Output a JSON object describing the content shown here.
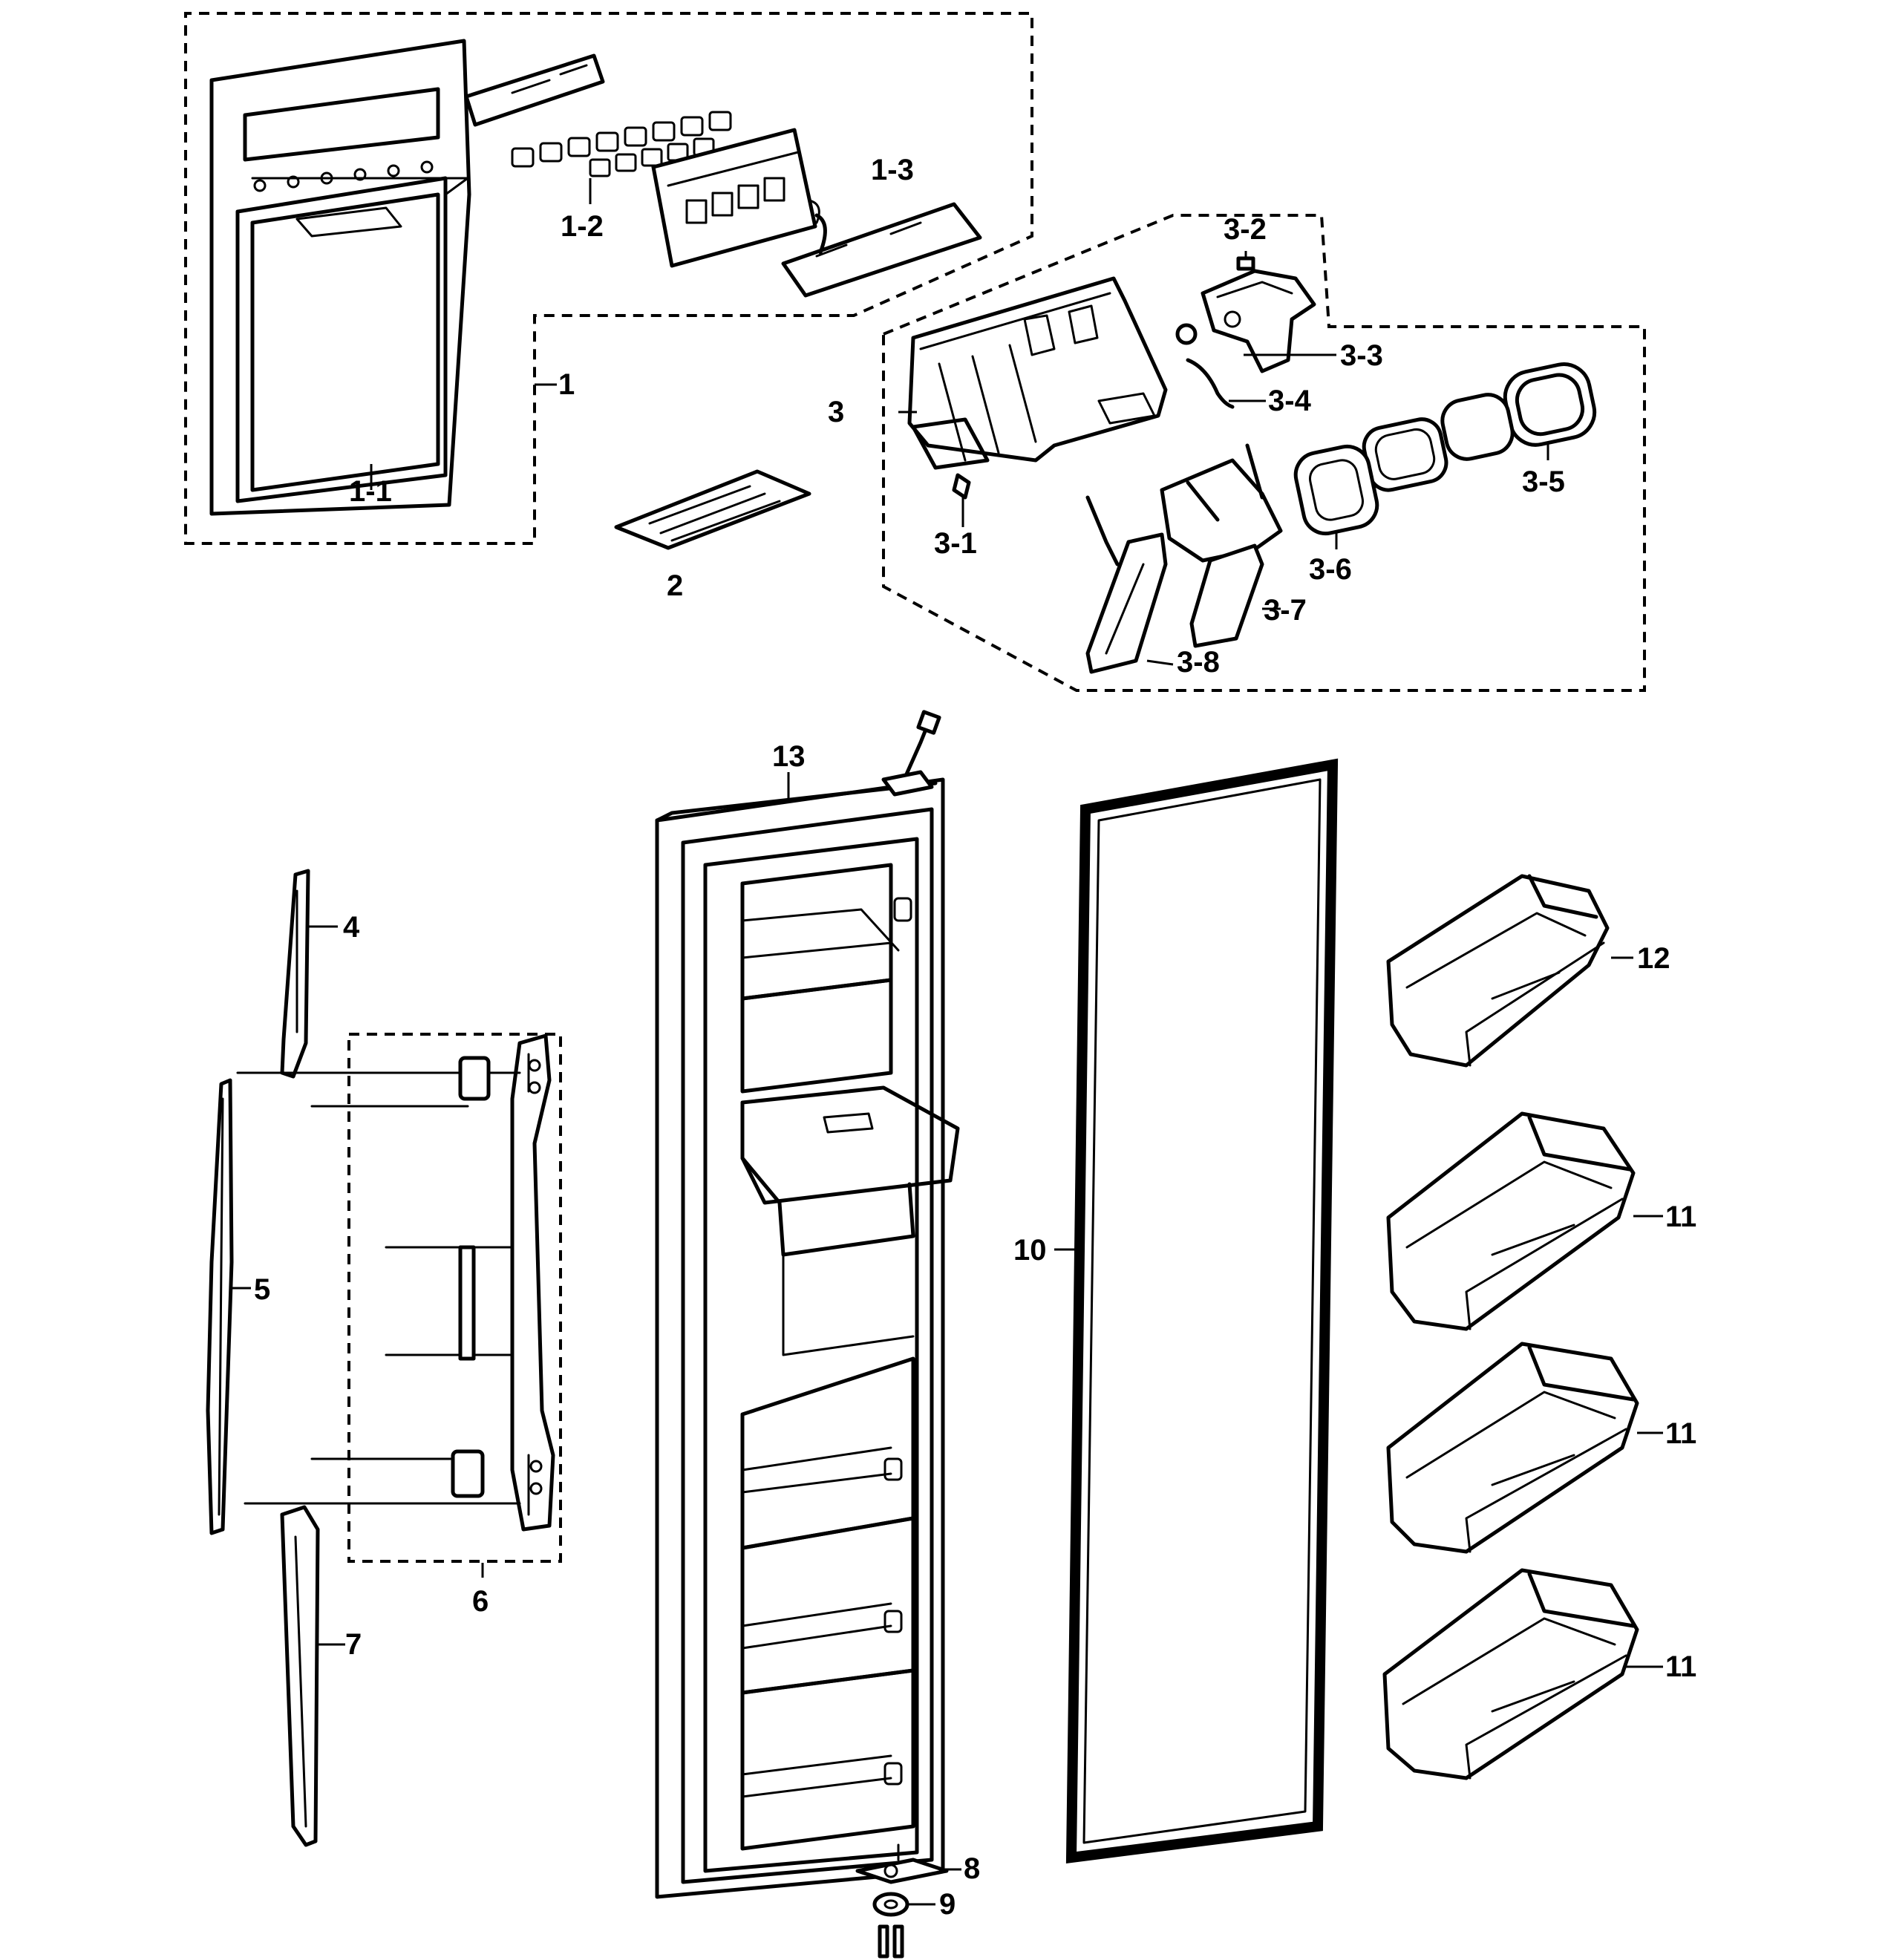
{
  "diagram": {
    "callouts": {
      "c1": "1",
      "c1_1": "1-1",
      "c1_2": "1-2",
      "c1_3": "1-3",
      "c2": "2",
      "c3": "3",
      "c3_1": "3-1",
      "c3_2": "3-2",
      "c3_3": "3-3",
      "c3_4": "3-4",
      "c3_5": "3-5",
      "c3_6": "3-6",
      "c3_7": "3-7",
      "c3_8": "3-8",
      "c4": "4",
      "c5": "5",
      "c6": "6",
      "c7": "7",
      "c8": "8",
      "c9": "9",
      "c10": "10",
      "c11a": "11",
      "c11b": "11",
      "c11c": "11",
      "c12": "12",
      "c13": "13"
    }
  }
}
